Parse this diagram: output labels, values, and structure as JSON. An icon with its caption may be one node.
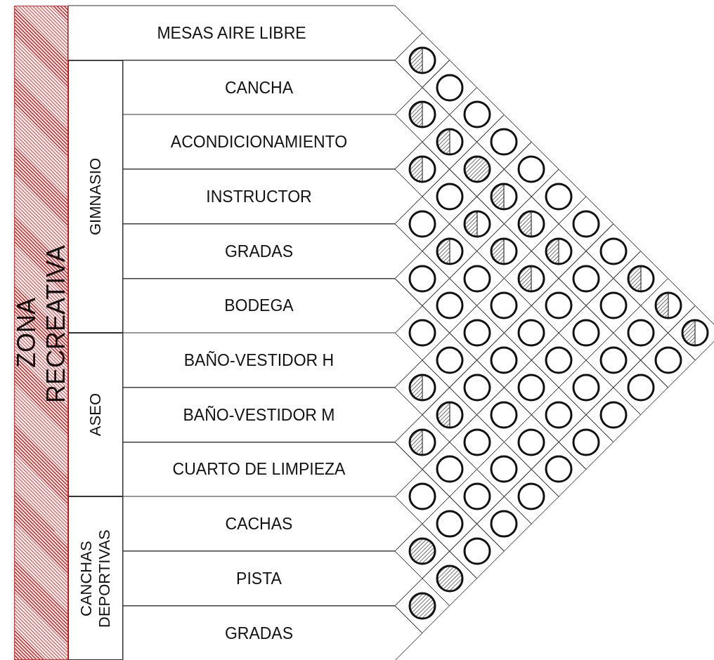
{
  "diagram": {
    "nodes": [
      {
        "text": [
          "ZONA RECREATIVA"
        ]
      },
      {
        "text": [
          "MESAS AIRE LIBRE"
        ]
      },
      {
        "text": [
          "GIMNASIO"
        ]
      },
      {
        "text": [
          "CANCHA"
        ]
      },
      {
        "text": [
          "ACONDICIONAMIENTO"
        ]
      },
      {
        "text": [
          "INSTRUCTOR"
        ]
      },
      {
        "text": [
          "GRADAS"
        ]
      },
      {
        "text": [
          "BODEGA"
        ]
      },
      {
        "text": [
          "ASEO"
        ]
      },
      {
        "text": [
          "BAÑO-VESTIDOR H"
        ]
      },
      {
        "text": [
          "BAÑO-VESTIDOR M"
        ]
      },
      {
        "text": [
          "CUARTO DE LIMPIEZA"
        ]
      },
      {
        "text": [
          "CANCHAS DEPORTIVAS"
        ]
      },
      {
        "text": [
          "CACHAS"
        ]
      },
      {
        "text": [
          "PISTA"
        ]
      },
      {
        "text": [
          "GRADAS"
        ]
      },
      {
        "text": [],
        "shape": "half-hatched-circle"
      },
      {
        "text": [],
        "shape": "circle"
      },
      {
        "text": [],
        "shape": "half-hatched-circle"
      },
      {
        "text": [],
        "shape": "circle"
      },
      {
        "text": [],
        "shape": "half-hatched-circle"
      },
      {
        "text": [],
        "shape": "circle"
      },
      {
        "text": [],
        "shape": "half-hatched-circle"
      },
      {
        "text": [],
        "shape": "hatched-circle"
      },
      {
        "text": [],
        "shape": "circle"
      },
      {
        "text": [],
        "shape": "circle"
      },
      {
        "text": [],
        "shape": "half-hatched-circle"
      },
      {
        "text": [],
        "shape": "circle"
      },
      {
        "text": [],
        "shape": "circle"
      },
      {
        "text": [],
        "shape": "half-hatched-circle"
      },
      {
        "text": [],
        "shape": "half-hatched-circle"
      },
      {
        "text": [],
        "shape": "circle"
      },
      {
        "text": [],
        "shape": "half-hatched-circle"
      },
      {
        "text": [],
        "shape": "half-hatched-circle"
      },
      {
        "text": [],
        "shape": "half-hatched-circle"
      },
      {
        "text": [],
        "shape": "circle"
      },
      {
        "text": [],
        "shape": "circle"
      },
      {
        "text": [],
        "shape": "circle"
      },
      {
        "text": [],
        "shape": "half-hatched-circle"
      },
      {
        "text": [],
        "shape": "circle"
      },
      {
        "text": [],
        "shape": "half-hatched-circle"
      },
      {
        "text": [],
        "shape": "circle"
      },
      {
        "text": [],
        "shape": "circle"
      },
      {
        "text": [],
        "shape": "circle"
      },
      {
        "text": [],
        "shape": "circle"
      },
      {
        "text": [],
        "shape": "half-hatched-circle"
      },
      {
        "text": [],
        "shape": "circle"
      },
      {
        "text": [],
        "shape": "circle"
      },
      {
        "text": [],
        "shape": "circle"
      },
      {
        "text": [],
        "shape": "circle"
      },
      {
        "text": [],
        "shape": "circle"
      },
      {
        "text": [],
        "shape": "half-hatched-circle"
      },
      {
        "text": [],
        "shape": "circle"
      },
      {
        "text": [],
        "shape": "circle"
      },
      {
        "text": [],
        "shape": "circle"
      },
      {
        "text": [],
        "shape": "circle"
      },
      {
        "text": [],
        "shape": "circle"
      },
      {
        "text": [],
        "shape": "half-hatched-circle"
      },
      {
        "text": [],
        "shape": "circle"
      },
      {
        "text": [],
        "shape": "circle"
      },
      {
        "text": [],
        "shape": "circle"
      },
      {
        "text": [],
        "shape": "circle"
      },
      {
        "text": [],
        "shape": "half-hatched-circle"
      },
      {
        "text": [],
        "shape": "circle"
      },
      {
        "text": [],
        "shape": "circle"
      },
      {
        "text": [],
        "shape": "circle"
      },
      {
        "text": [],
        "shape": "half-hatched-circle"
      },
      {
        "text": [],
        "shape": "circle"
      },
      {
        "text": [],
        "shape": "circle"
      },
      {
        "text": [],
        "shape": "circle"
      },
      {
        "text": [],
        "shape": "circle"
      },
      {
        "text": [],
        "shape": "circle"
      },
      {
        "text": [],
        "shape": "circle"
      },
      {
        "text": [],
        "shape": "circle"
      },
      {
        "text": [],
        "shape": "circle"
      },
      {
        "text": [],
        "shape": "circle"
      },
      {
        "text": [],
        "shape": "circle"
      },
      {
        "text": [],
        "shape": "circle"
      },
      {
        "text": [],
        "shape": "hatched-circle"
      },
      {
        "text": [],
        "shape": "circle"
      },
      {
        "text": [],
        "shape": "hatched-circle"
      },
      {
        "text": [],
        "shape": "hatched-circle"
      }
    ]
  }
}
